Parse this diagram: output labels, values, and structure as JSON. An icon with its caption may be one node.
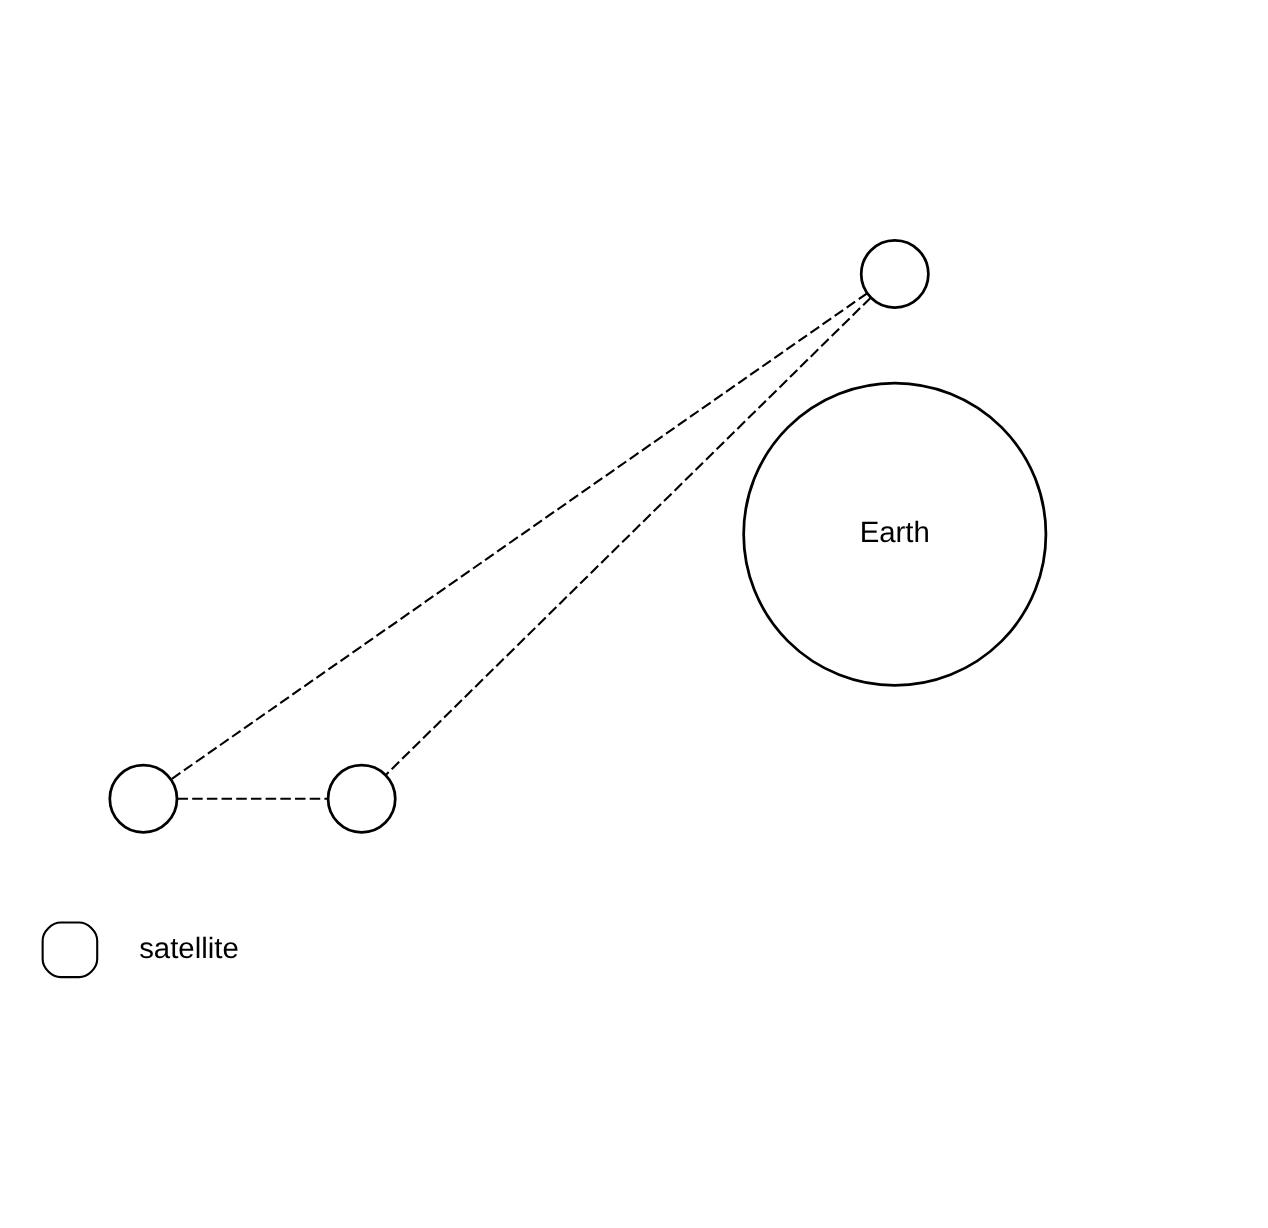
{
  "diagram": {
    "nodes": [
      {
        "text": [],
        "shape": "circle"
      },
      {
        "text": [
          "Earth"
        ]
      },
      {
        "text": [],
        "shape": "circle"
      },
      {
        "text": [],
        "shape": "circle"
      }
    ],
    "edges": [
      {
        "from": 0,
        "to": 2,
        "arrow": "none",
        "style": "dashed"
      },
      {
        "from": 0,
        "to": 3,
        "arrow": "none",
        "style": "dashed"
      },
      {
        "from": 2,
        "to": 3,
        "arrow": "none",
        "style": "dashed"
      }
    ],
    "legend": [
      {
        "text": "satellite"
      }
    ]
  }
}
